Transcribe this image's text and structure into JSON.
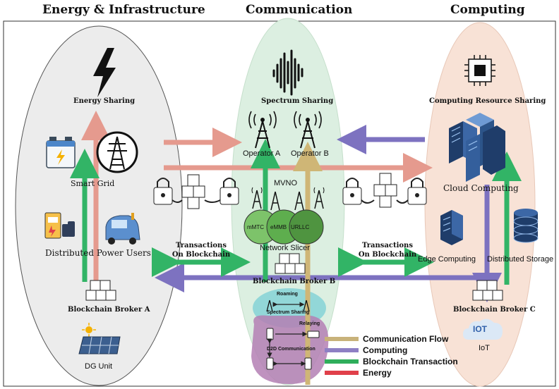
{
  "headers": {
    "energy": "Energy & Infrastructure",
    "communication": "Communication",
    "computing": "Computing"
  },
  "energy": {
    "energy_sharing": "Energy Sharing",
    "smart_grid": "Smart Grid",
    "distributed_power_users": "Distributed Power Users",
    "broker_a": "Blockchain Broker A",
    "dg_unit": "DG Unit"
  },
  "communication": {
    "spectrum_sharing": "Spectrum Sharing",
    "operator_a": "Operator A",
    "operator_b": "Operator B",
    "mvno": "MVNO",
    "slices": [
      "mMTC",
      "eMMB",
      "URLLC"
    ],
    "network_slicer": "Network Slicer",
    "broker_b": "Blockchain Broker B",
    "roaming": "Roaming",
    "spectrum_sharing_small": "Spectrum Sharing",
    "relaying": "Relaying",
    "d2d": "D2D Communication"
  },
  "computing": {
    "resource_sharing": "Computing Resource Sharing",
    "cloud": "Cloud Computing",
    "edge": "Edge Computing",
    "storage": "Distributed Storage",
    "broker_c": "Blockchain Broker C",
    "iot_badge": "IOT",
    "iot": "IoT"
  },
  "transactions": {
    "left_line1": "Transactions",
    "left_line2": "On Blockchain",
    "right_line1": "Transactions",
    "right_line2": "On Blockchain"
  },
  "legend": [
    {
      "label": "Communication Flow",
      "color": "#c8b27a"
    },
    {
      "label": "Computing",
      "color": "#8e7fc4"
    },
    {
      "label": "Blockchain Transaction",
      "color": "#2fae5b"
    },
    {
      "label": "Energy",
      "color": "#e0404a"
    }
  ],
  "colors": {
    "energy_arrow": "#e59a8e",
    "computing_arrow": "#7d72c0",
    "transaction_arrow": "#32b466",
    "comm_arrow": "#cfb676"
  }
}
